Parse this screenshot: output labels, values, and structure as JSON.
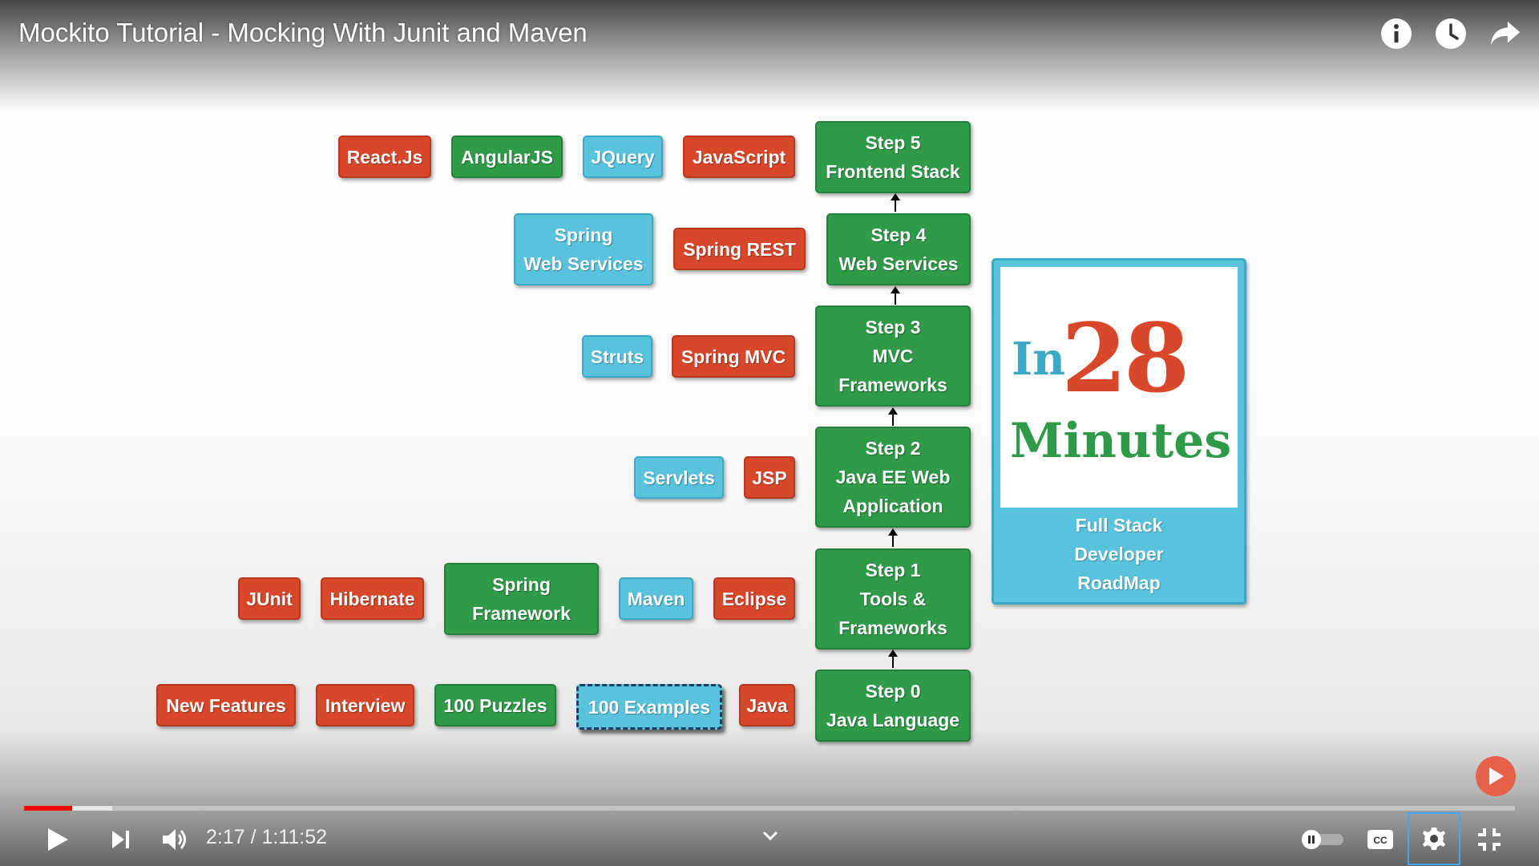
{
  "video": {
    "title": "Mockito Tutorial - Mocking With Junit and Maven"
  },
  "top_actions": [
    "info-icon",
    "watch-later-icon",
    "share-icon"
  ],
  "roadmap": {
    "steps": [
      {
        "label": "Step 5\nFrontend Stack"
      },
      {
        "label": "Step 4\nWeb Services"
      },
      {
        "label": "Step 3\nMVC\nFrameworks"
      },
      {
        "label": "Step 2\nJava EE Web\nApplication"
      },
      {
        "label": "Step 1\nTools &\nFrameworks"
      },
      {
        "label": "Step 0\nJava Language"
      }
    ],
    "row5": [
      "React.Js",
      "AngularJS",
      "JQuery",
      "JavaScript"
    ],
    "row4": [
      "Spring\nWeb Services",
      "Spring REST"
    ],
    "row3": [
      "Struts",
      "Spring MVC"
    ],
    "row2": [
      "Servlets",
      "JSP"
    ],
    "row1": [
      "JUnit",
      "Hibernate",
      "Spring\nFramework",
      "Maven",
      "Eclipse"
    ],
    "row0": [
      "New Features",
      "Interview",
      "100 Puzzles",
      "100 Examples",
      "Java"
    ]
  },
  "logo": {
    "in": "In",
    "number": "28",
    "minutes": "Minutes",
    "subtitle": "Full Stack\nDeveloper\nRoadMap"
  },
  "player": {
    "current_time": "2:17",
    "duration": "1:11:52",
    "time_display": "2:17 / 1:11:52",
    "played_fraction": 0.032,
    "buffered_fraction": 0.059,
    "colors": {
      "played": "#ff0000",
      "settings_focus": "#3ea6ff"
    }
  },
  "colors": {
    "red": "#d9472b",
    "green": "#2f9a48",
    "blue": "#59c3de"
  }
}
